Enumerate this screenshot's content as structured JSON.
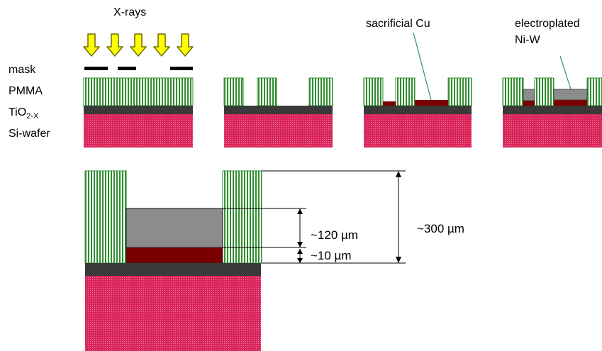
{
  "labels": {
    "xrays": "X-rays",
    "mask": "mask",
    "pmma": "PMMA",
    "tio2_base": "TiO",
    "tio2_sub": "2-X",
    "si_wafer": "Si-wafer",
    "sacrificial_cu": "sacrificial Cu",
    "electroplated_line1": "electroplated",
    "electroplated_line2": "Ni-W"
  },
  "dimensions": {
    "total_height": "~300 µm",
    "niw_height": "~120 µm",
    "cu_height": "~10 µm"
  },
  "colors": {
    "arrow_fill": "#ffff00",
    "arrow_stroke": "#6e6e00",
    "pmma_green": "#2f8f2f",
    "pmma_white": "#ffffff",
    "tio2_dark": "#3a3a3a",
    "si_pink": "#d9245a",
    "cu_dark_red": "#7a0000",
    "niw_gray": "#8c8c8c",
    "callout_line": "#2a8a8a"
  }
}
